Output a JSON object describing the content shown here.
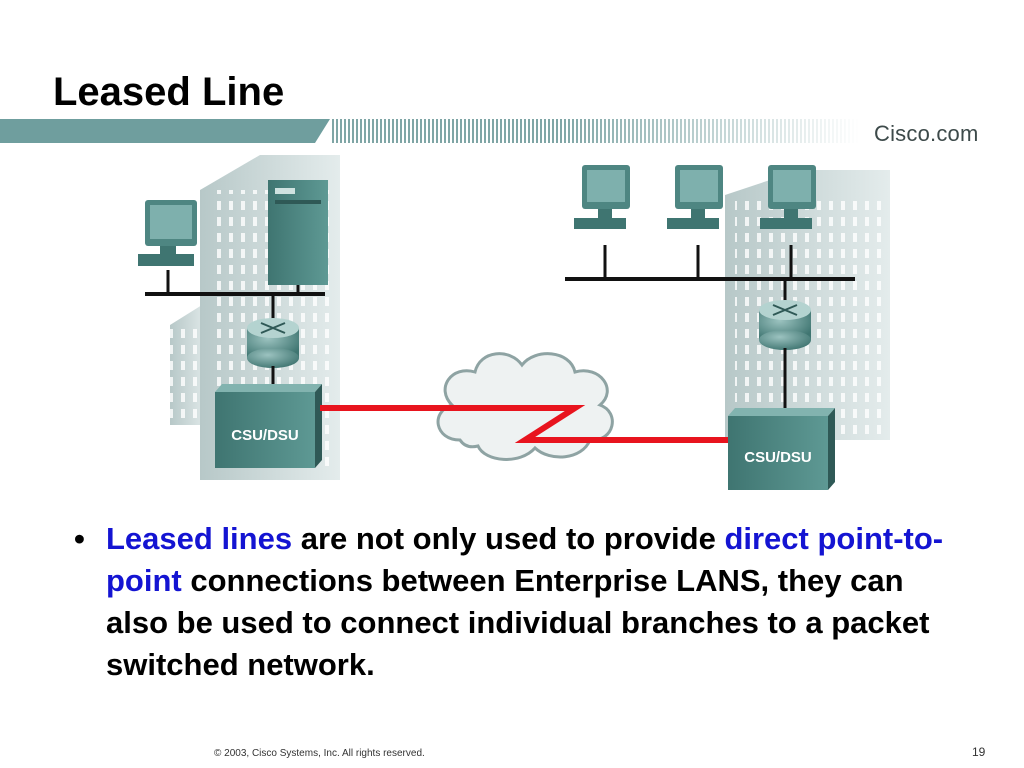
{
  "slide": {
    "title": "Leased Line",
    "brand": "Cisco.com",
    "footer": "© 2003, Cisco Systems, Inc. All rights reserved.",
    "page_number": "19"
  },
  "diagram": {
    "left_device_label": "CSU/DSU",
    "right_device_label": "CSU/DSU",
    "colors": {
      "link": "#e8141e",
      "device": "#4e8682",
      "building": "#c9d6d6"
    }
  },
  "bullet": {
    "parts": [
      {
        "text": "Leased lines",
        "emphasis": true
      },
      {
        "text": " are not only used to provide ",
        "emphasis": false
      },
      {
        "text": "direct point-to-point",
        "emphasis": true
      },
      {
        "text": " connections between Enterprise LANS, they can also be used to connect individual branches to a packet switched network.",
        "emphasis": false
      }
    ]
  }
}
